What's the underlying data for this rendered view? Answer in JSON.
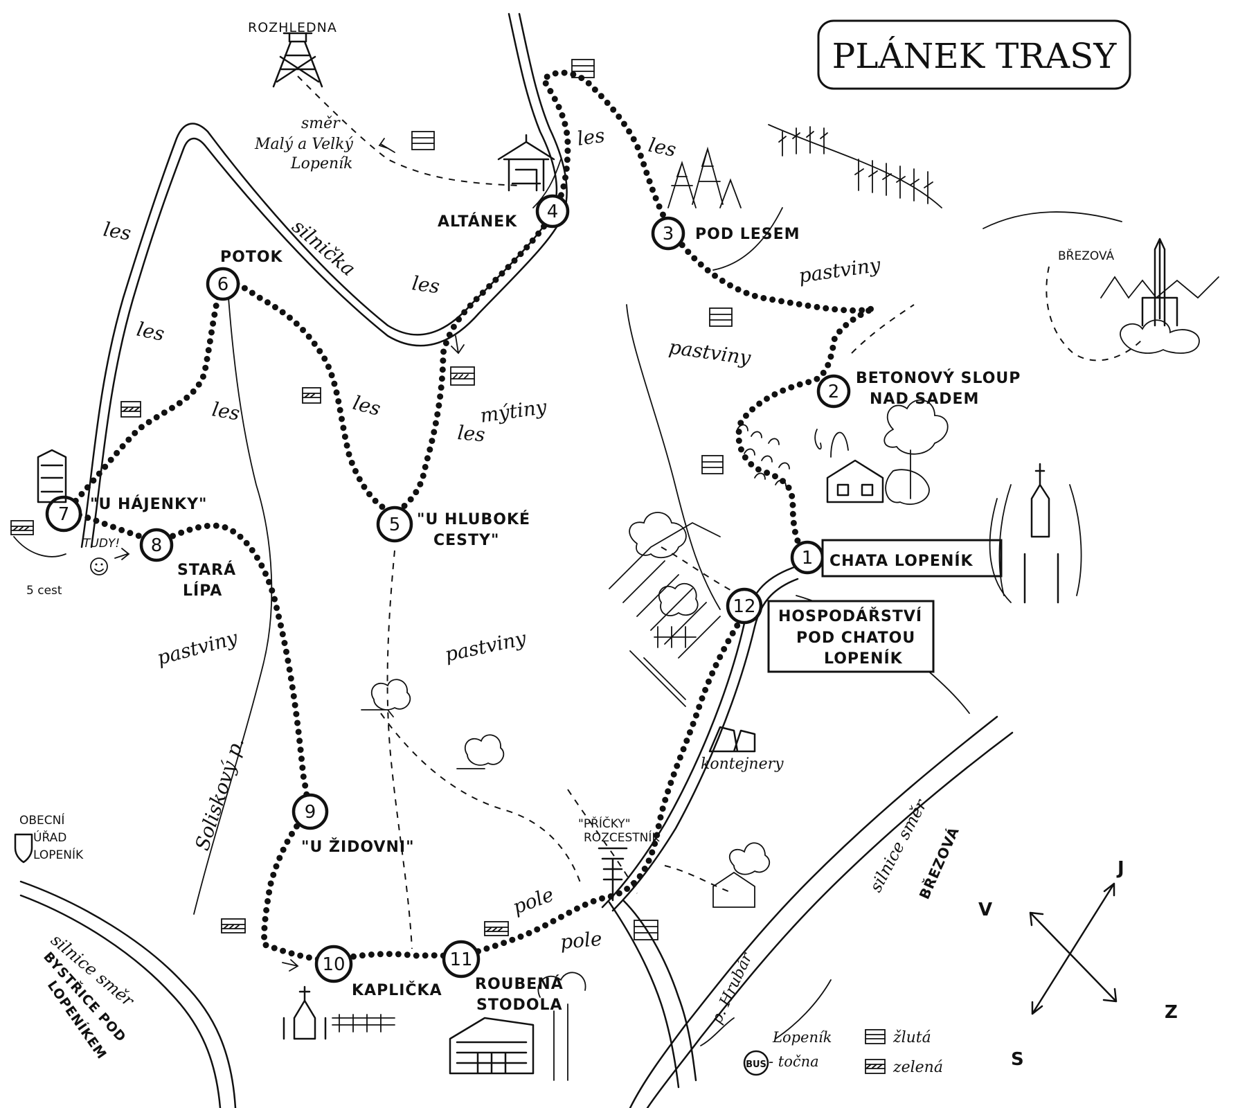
{
  "title": "PLÁNEK TRASY",
  "waypoints": [
    {
      "n": "1",
      "label": "CHATA LOPENÍK"
    },
    {
      "n": "2",
      "label_l1": "BETONOVÝ SLOUP",
      "label_l2": "NAD SADEM"
    },
    {
      "n": "3",
      "label": "POD LESEM"
    },
    {
      "n": "4",
      "label": "ALTÁNEK"
    },
    {
      "n": "5",
      "label_l1": "\"U HLUBOKÉ",
      "label_l2": "CESTY\""
    },
    {
      "n": "6",
      "label": "POTOK"
    },
    {
      "n": "7",
      "label": "\"U HÁJENKY\""
    },
    {
      "n": "8",
      "label_l1": "STARÁ",
      "label_l2": "LÍPA"
    },
    {
      "n": "9",
      "label": "\"U ŽIDOVNI\""
    },
    {
      "n": "10",
      "label": "KAPLIČKA"
    },
    {
      "n": "11",
      "label_l1": "ROUBENÁ",
      "label_l2": "STODOLA"
    },
    {
      "n": "12",
      "label_l1": "HOSPODÁŘSTVÍ",
      "label_l2": "POD CHATOU",
      "label_l3": "LOPENÍK"
    }
  ],
  "area_labels": {
    "les": "les",
    "pastviny": "pastviny",
    "mytiny": "mýtiny",
    "silnicka": "silnička",
    "pole": "pole",
    "kontejnery": "kontejnery",
    "rozhledna": "ROZHLEDNA",
    "smer_l1": "směr",
    "smer_l2": "Malý a Velký",
    "smer_l3": "Lopeník",
    "brezova": "BŘEZOVÁ",
    "soliskovy": "Soliskový p.",
    "hrubar": "p. Hrubár",
    "pricky_l1": "\"PŘÍČKY\"",
    "pricky_l2": "ROZCESTNÍK",
    "tudy": "TUDY!",
    "pet_cest": "5 cest",
    "obecni_l1": "OBECNÍ",
    "obecni_l2": "ÚŘAD",
    "obecni_l3": "LOPENÍK",
    "road_left_l1": "silnice směr",
    "road_left_l2": "BYSTŘICE POD",
    "road_left_l3": "LOPENÍKEM",
    "road_right_l1": "silnice směr",
    "road_right_l2": "BŘEZOVÁ",
    "bus": "BUS",
    "bus_l1": "Lopeník",
    "bus_l2": "- točna"
  },
  "legend": {
    "yellow": "žlutá",
    "green": "zelená"
  },
  "compass": {
    "s": "S",
    "j": "J",
    "v": "V",
    "z": "Z"
  }
}
